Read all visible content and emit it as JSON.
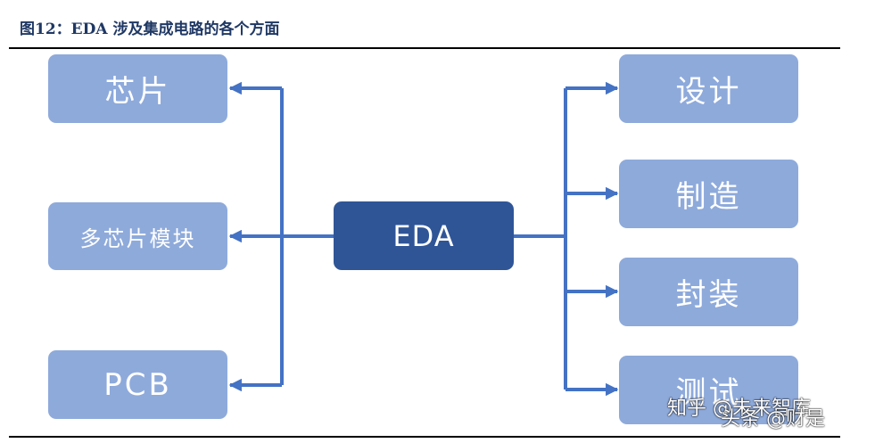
{
  "figure_title": "图12：EDA 涉及集成电路的各个方面",
  "center": {
    "label": "EDA"
  },
  "left_items": [
    {
      "label": "芯片"
    },
    {
      "label": "多芯片模块"
    },
    {
      "label": "PCB"
    }
  ],
  "right_items": [
    {
      "label": "设计"
    },
    {
      "label": "制造"
    },
    {
      "label": "封装"
    },
    {
      "label": "测试"
    }
  ],
  "watermarks": [
    "知乎 @未来智库",
    "头条 @财是"
  ],
  "colors": {
    "box_fill": "#8eaadb",
    "center_fill": "#2f5597",
    "connector": "#4472c4",
    "title_text": "#1f3864"
  }
}
